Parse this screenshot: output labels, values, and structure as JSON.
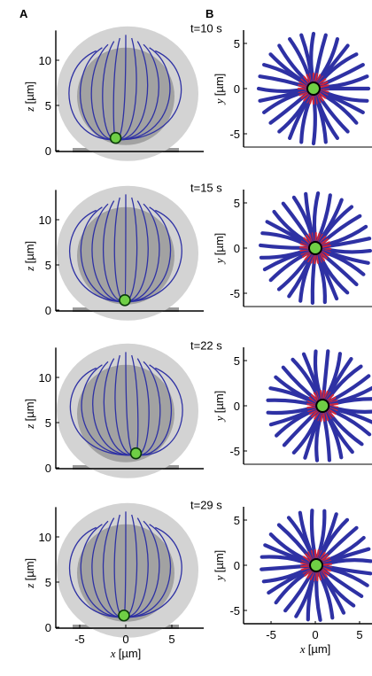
{
  "panel_labels": {
    "a": "A",
    "b": "B"
  },
  "colors": {
    "fiber": "#2e31a4",
    "red_fiber": "#e8242b",
    "cell_outer": "#d3d3d3",
    "cell_inner": "#a2a2a2",
    "bead": "#6fcf45",
    "bead_edge": "#0a3a0a",
    "substrate": "#9a9a9a"
  },
  "axes": {
    "z_label_var": "z",
    "y_label_var": "y",
    "x_label_var": "x",
    "unit": "[µm]",
    "z_ticks": [
      "10",
      "5",
      "0"
    ],
    "y_ticks": [
      "5",
      "0",
      "-5"
    ],
    "x_ticks_a": [
      "-5",
      "0",
      "5"
    ],
    "x_ticks_b": [
      "-5",
      "0",
      "5"
    ]
  },
  "rows": [
    {
      "time": "t=10 s",
      "bead_side": {
        "x": -1.1,
        "z": 1.4
      },
      "bead_top": {
        "x": -0.2,
        "y": 0.0
      }
    },
    {
      "time": "t=15 s",
      "bead_side": {
        "x": -0.1,
        "z": 1.1
      },
      "bead_top": {
        "x": 0.0,
        "y": 0.0
      }
    },
    {
      "time": "t=22 s",
      "bead_side": {
        "x": 1.1,
        "z": 1.6
      },
      "bead_top": {
        "x": 0.8,
        "y": 0.0
      }
    },
    {
      "time": "t=29 s",
      "bead_side": {
        "x": -0.2,
        "z": 1.3
      },
      "bead_top": {
        "x": 0.1,
        "y": 0.0
      }
    }
  ]
}
